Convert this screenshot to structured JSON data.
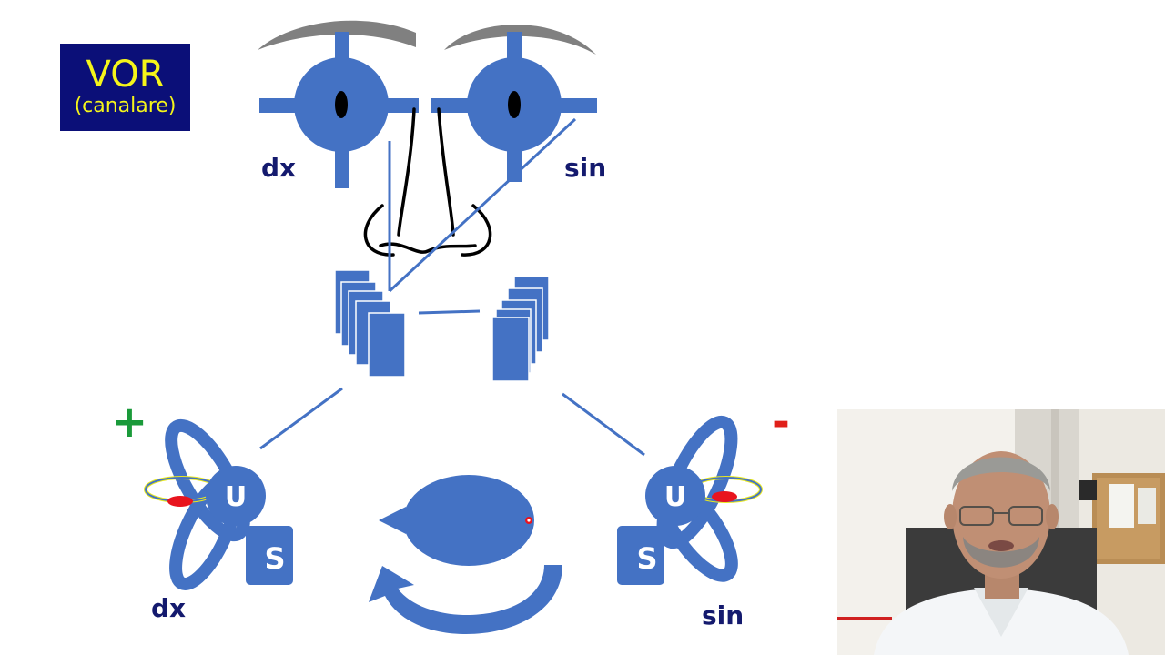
{
  "title": {
    "main": "VOR",
    "sub": "(canalare)"
  },
  "labels": {
    "eye_right": "dx",
    "eye_left": "sin",
    "ear_right": "dx",
    "ear_left": "sin",
    "utricle": "U",
    "saccule": "S",
    "plus": "+",
    "minus": "-"
  },
  "colors": {
    "diagram_blue": "#4472c4",
    "title_bg": "#0b0f78",
    "title_text": "#f5f51a",
    "label_text": "#141a6e",
    "plus": "#1a9a3a",
    "minus": "#e0201a",
    "eyebrow": "#808080",
    "otolith": "#e8141e"
  }
}
